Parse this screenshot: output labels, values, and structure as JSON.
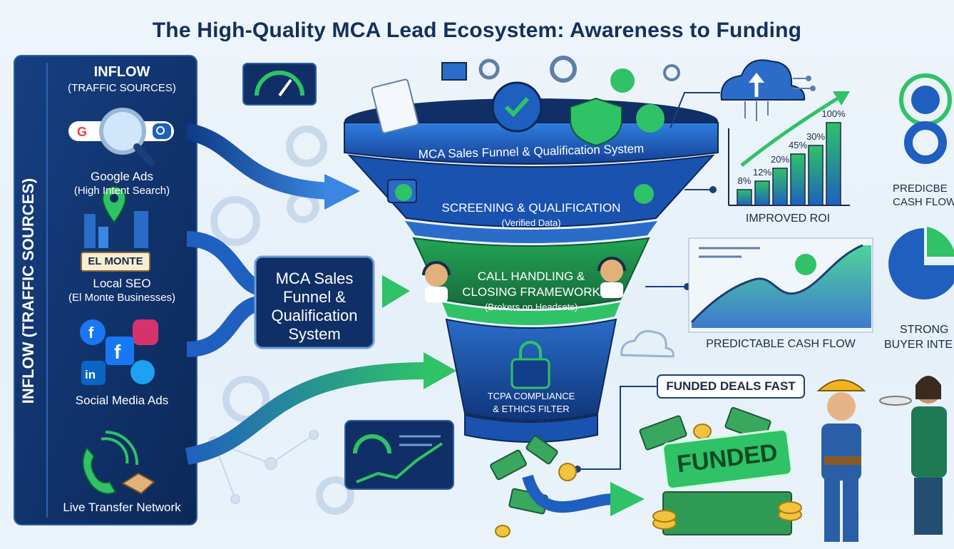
{
  "title": "The High-Quality MCA Lead Ecosystem: Awareness to Funding",
  "inflow": {
    "heading": "INFLOW",
    "subheading": "(TRAFFIC SOURCES)",
    "vertical_label": "INFLOW (TRAFFIC SOURCES)",
    "sources": [
      {
        "name": "Google Ads",
        "detail": "(High Intent Search)",
        "icon": "search-icon"
      },
      {
        "name": "Local SEO",
        "detail": "(El Monte Businesses)",
        "sign": "EL MONTE",
        "icon": "map-pin-icon"
      },
      {
        "name": "Social Media Ads",
        "detail": "",
        "icon": "social-icons"
      },
      {
        "name": "Live Transfer Network",
        "detail": "",
        "icon": "phone-handshake-icon"
      }
    ]
  },
  "center_box": {
    "lines": [
      "MCA Sales",
      "Funnel &",
      "Qualification",
      "System"
    ]
  },
  "funnel": {
    "top_label": "MCA Sales Funnel & Qualification System",
    "stage1": {
      "title": "SCREENING & QUALIFICATION",
      "detail": "(Verified Data)"
    },
    "stage2": {
      "title_line1": "CALL HANDLING &",
      "title_line2": "CLOSING FRAMEWORK",
      "detail": "(Brokers on Headsets)"
    },
    "stage3": {
      "title_line1": "TCPA COMPLIANCE",
      "title_line2": "& ETHICS FILTER"
    }
  },
  "roi_chart": {
    "caption": "IMPROVED ROI",
    "bars": [
      {
        "label": "8%",
        "value": 8
      },
      {
        "label": "12%",
        "value": 12
      },
      {
        "label": "20%",
        "value": 20
      },
      {
        "label": "45%",
        "value": 45
      },
      {
        "label": "30%",
        "value": 30
      },
      {
        "label": "100%",
        "value": 100
      }
    ]
  },
  "cashflow": {
    "caption": "PREDICTABLE CASH FLOW"
  },
  "right_edge": {
    "label1_line1": "PREDICBE",
    "label1_line2": "CASH FLOW",
    "label2_line1": "STRONG",
    "label2_line2": "BUYER INTE"
  },
  "funded": {
    "banner": "FUNDED DEALS FAST",
    "stamp": "FUNDED"
  },
  "colors": {
    "navy": "#14305a",
    "blue": "#1f5fbf",
    "green": "#2bb15a",
    "panel": "#0f2f66"
  }
}
